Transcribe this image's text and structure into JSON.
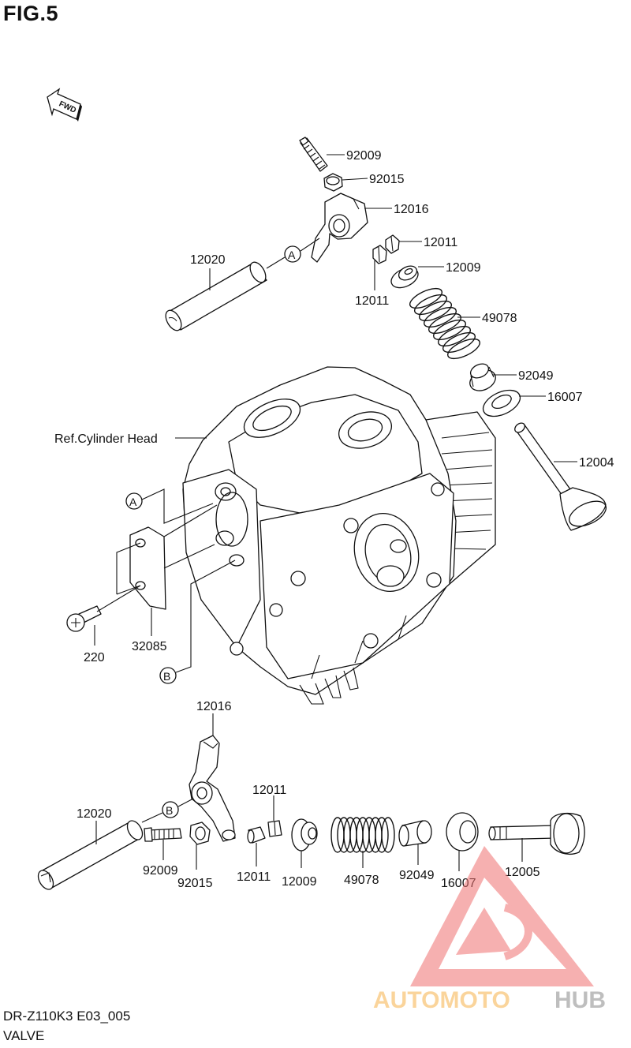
{
  "figure": {
    "title": "FIG.5"
  },
  "orientation": {
    "fwd_label": "FWD"
  },
  "callouts": {
    "a": "A",
    "b": "B"
  },
  "reference": {
    "cylinder_head": "Ref.Cylinder Head"
  },
  "parts": {
    "top_adjust_screw": "92009",
    "top_nut": "92015",
    "top_rocker_arm": "12016",
    "top_cotter_right": "12011",
    "top_rocker_shaft": "12020",
    "top_spring_retainer": "12009",
    "top_cotter_left": "12011",
    "top_valve_spring": "49078",
    "top_valve_seal": "92049",
    "top_spring_seat": "16007",
    "top_valve": "12004",
    "bracket": "32085",
    "bracket_screw": "220",
    "bottom_rocker_arm": "12016",
    "bottom_cotter_top": "12011",
    "bottom_rocker_shaft": "12020",
    "bottom_adjust_screw": "92009",
    "bottom_nut": "92015",
    "bottom_cotter_bottom": "12011",
    "bottom_spring_retainer": "12009",
    "bottom_valve_spring": "49078",
    "bottom_valve_seal": "92049",
    "bottom_spring_seat": "16007",
    "bottom_valve": "12005"
  },
  "watermark": {
    "brand_a": "AUTOMOTO",
    "brand_b": "HUB"
  },
  "footer": {
    "model_code": "DR-Z110K3 E03_005",
    "section_name": "VALVE"
  }
}
